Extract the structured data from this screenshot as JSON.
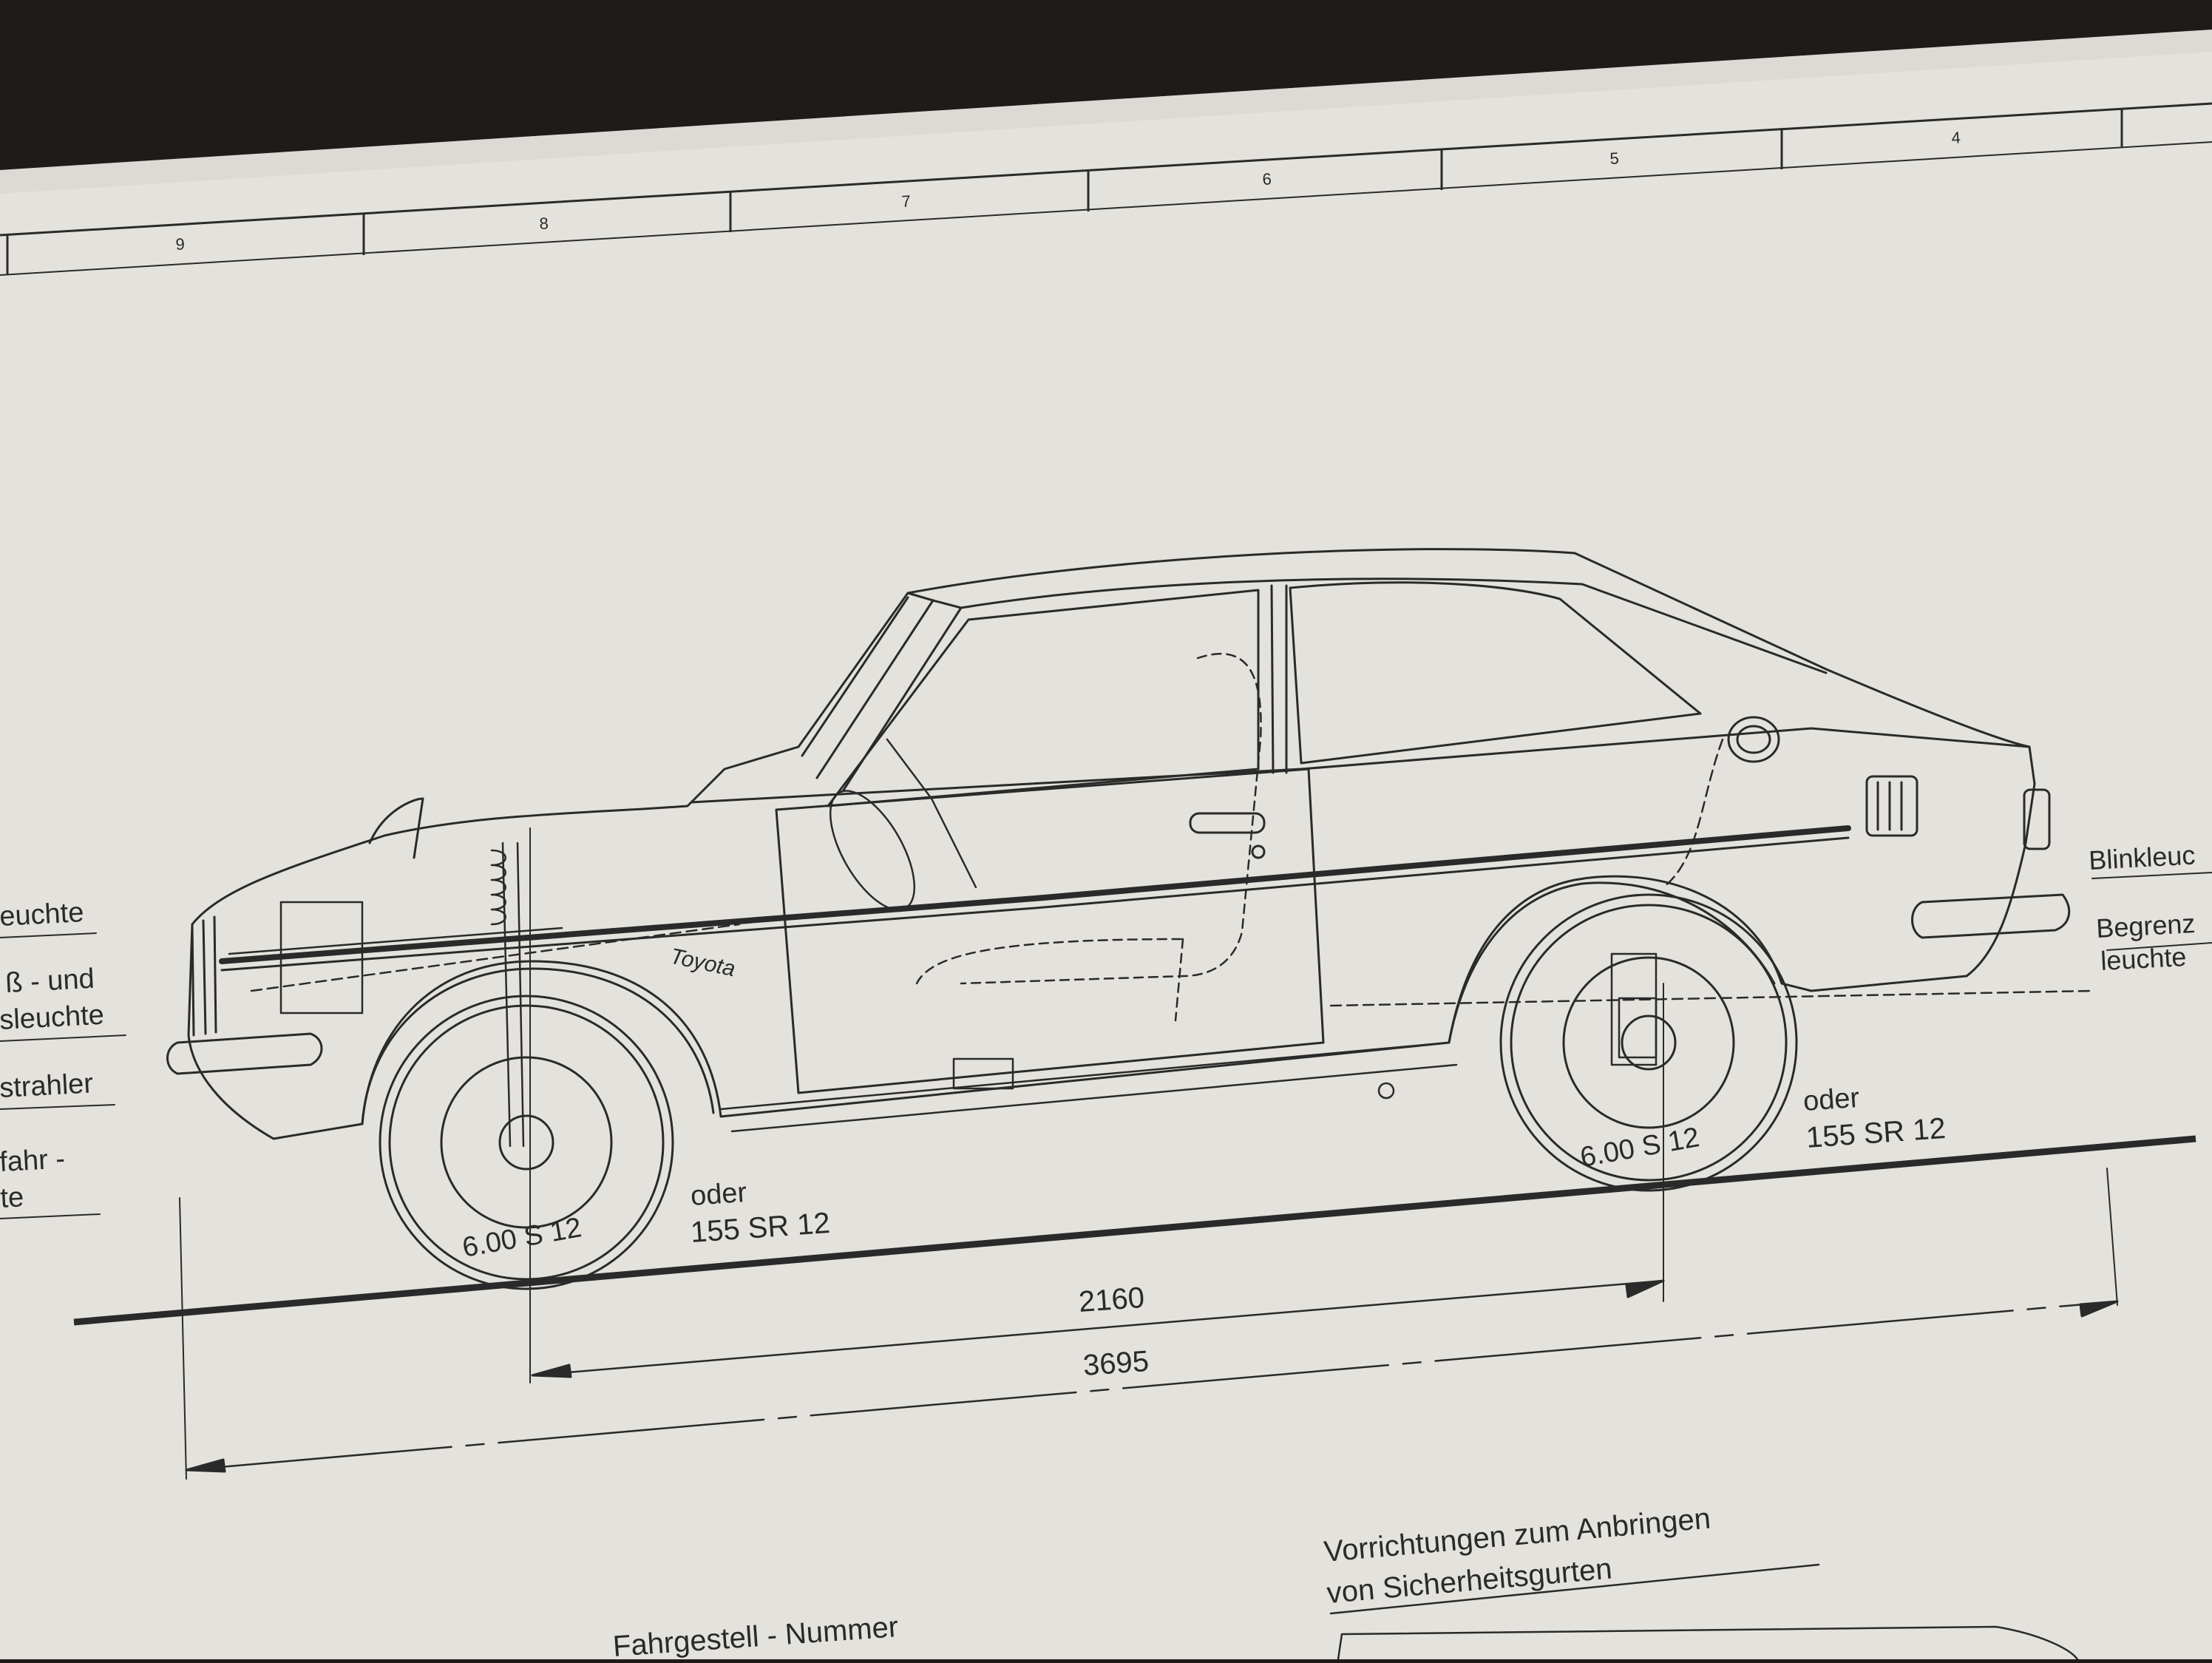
{
  "colors": {
    "paper": "#e4e2dc",
    "paper_shade": "#d9d7d1",
    "background": "#1e1c1a",
    "ink": "#2a2a2a"
  },
  "grid_ruler": {
    "labels": [
      "9",
      "8",
      "7",
      "6",
      "5",
      "4"
    ]
  },
  "car": {
    "brand_script": "Toyota",
    "front_tire": {
      "size": "6.00 S 12",
      "alt_word": "oder",
      "alt_size": "155 SR 12"
    },
    "rear_tire": {
      "size": "6.00 S 12",
      "alt_word": "oder",
      "alt_size": "155 SR 12"
    }
  },
  "dimensions": {
    "wheelbase": "2160",
    "overall_length": "3695"
  },
  "left_labels": [
    {
      "line1": "euchte",
      "line2": ""
    },
    {
      "line1": "ß - und",
      "line2": "sleuchte"
    },
    {
      "line1": "strahler",
      "line2": ""
    },
    {
      "line1": "fahr -",
      "line2": "nte"
    }
  ],
  "right_labels": [
    {
      "line1": "Blinkleuc",
      "line2": ""
    },
    {
      "line1": "Begrenz",
      "line2": "leuchte"
    }
  ],
  "bottom_notes": {
    "seatbelt_line1": "Vorrichtungen  zum  Anbringen",
    "seatbelt_line2": "von  Sicherheitsgurten",
    "chassis_number": "Fahrgestell - Nummer"
  }
}
